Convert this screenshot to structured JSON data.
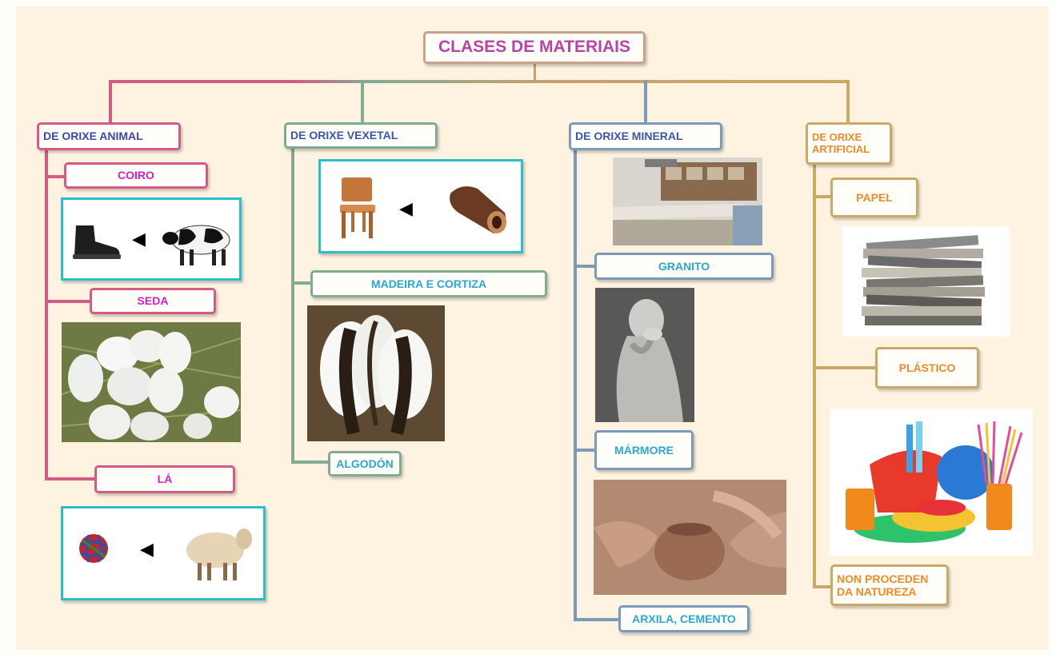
{
  "title": "CLASES DE MATERIAIS",
  "categories": {
    "animal": {
      "label": "DE ORIXE ANIMAL",
      "items": [
        "COIRO",
        "SEDA",
        "LÁ"
      ]
    },
    "vegetal": {
      "label": "DE ORIXE VEXETAL",
      "items": [
        "MADEIRA E CORTIZA",
        "ALGODÓN"
      ]
    },
    "mineral": {
      "label": "DE ORIXE MINERAL",
      "items": [
        "GRANITO",
        "MÁRMORE",
        "ARXILA, CEMENTO"
      ]
    },
    "artificial": {
      "label": "DE ORIXE ARTIFICIAL",
      "items": [
        "PAPEL",
        "PLÁSTICO",
        "NON PROCEDEN DA NATUREZA"
      ]
    }
  },
  "colors": {
    "title": "#b546a8",
    "animal": "#d45b85",
    "animal_text": "#d51fc2",
    "vegetal": "#82aa95",
    "vegetal_text": "#2aa6d8",
    "mineral": "#7a9ab8",
    "mineral_text": "#2aa6d8",
    "artificial": "#c9a868",
    "artificial_text": "#ee8a2a",
    "frame": "#2bbfcd"
  }
}
